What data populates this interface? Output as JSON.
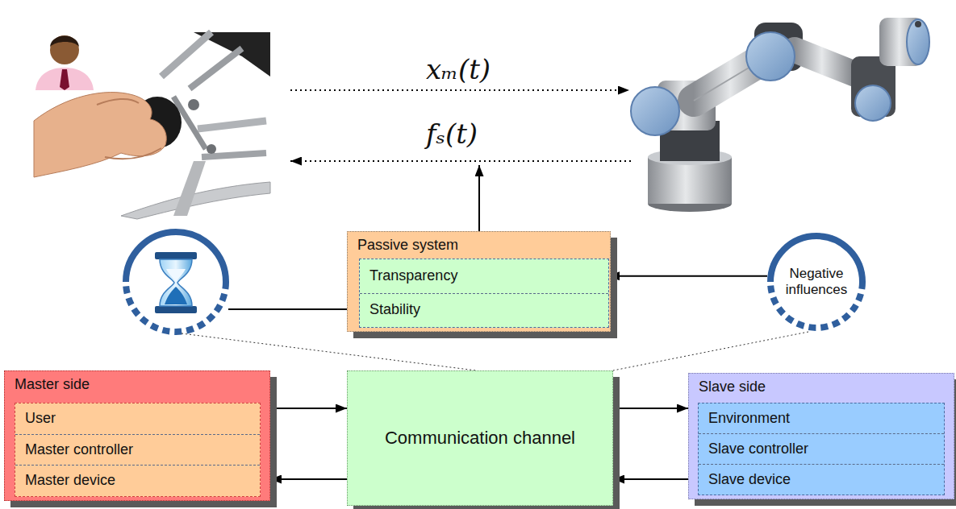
{
  "diagram": {
    "nodes": [
      {
        "text": [
          "Passive system"
        ]
      },
      {
        "text": [
          "Transparency"
        ],
        "in": 0
      },
      {
        "text": [
          "Stability"
        ],
        "in": 0
      },
      {
        "text": [
          "Negative influences"
        ]
      },
      {
        "text": [
          "Master side"
        ]
      },
      {
        "text": [
          "User"
        ],
        "in": 4
      },
      {
        "text": [
          "Master controller"
        ],
        "in": 4
      },
      {
        "text": [
          "Master device"
        ],
        "in": 4
      },
      {
        "text": [
          "Communication channel"
        ]
      },
      {
        "text": [
          "Slave side"
        ]
      },
      {
        "text": [
          "Environment"
        ],
        "in": 9
      },
      {
        "text": [
          "Slave controller"
        ],
        "in": 9
      },
      {
        "text": [
          "Slave device"
        ],
        "in": 9
      }
    ],
    "edges": [
      {
        "from": 3,
        "to": 1,
        "arrow": "to"
      },
      {
        "from": 3,
        "to": 8,
        "arrow": "none"
      },
      {
        "from": 4,
        "to": 8,
        "arrow": "to"
      },
      {
        "from": 8,
        "to": 4,
        "arrow": "to"
      },
      {
        "from": 8,
        "to": 9,
        "arrow": "to"
      },
      {
        "from": 9,
        "to": 8,
        "arrow": "to"
      }
    ],
    "labels": [
      "xₘ(t)",
      "fₛ(t)"
    ]
  }
}
